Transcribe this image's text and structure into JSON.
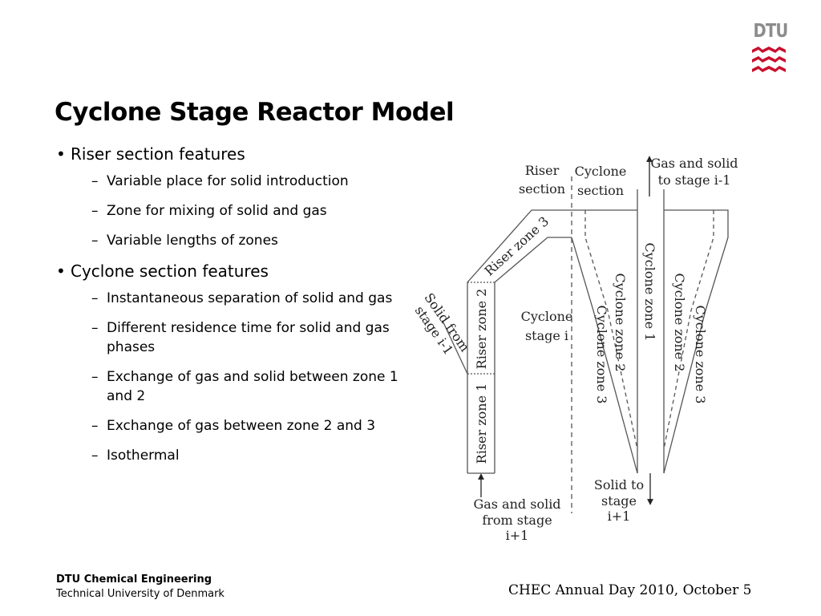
{
  "logo": {
    "text": "DTU",
    "accent_color": "#c8102e",
    "text_color": "#8c8c8c"
  },
  "title": "Cyclone Stage Reactor Model",
  "bullets": [
    {
      "text": "Riser section features",
      "subs": [
        "Variable place for solid introduction",
        "Zone for mixing of solid and gas",
        "Variable lengths of zones"
      ]
    },
    {
      "text": "Cyclone section features",
      "subs": [
        "Instantaneous separation of solid and gas",
        "Different residence time for solid and gas phases",
        "Exchange of gas and solid between zone 1 and 2",
        "Exchange of gas between zone 2 and 3",
        "Isothermal"
      ]
    }
  ],
  "diagram": {
    "riser_section": "Riser section",
    "riser_section_l1": "Riser",
    "riser_section_l2": "section",
    "cyclone_section_l1": "Cyclone",
    "cyclone_section_l2": "section",
    "gas_solid_out_l1": "Gas and solid",
    "gas_solid_out_l2": "to stage i-1",
    "riser_zone_1": "Riser zone 1",
    "riser_zone_2": "Riser zone 2",
    "riser_zone_3": "Riser zone 3",
    "solid_from_l1": "Solid from",
    "solid_from_l2": "stage i-1",
    "cyclone_stage_l1": "Cyclone",
    "cyclone_stage_l2": "stage i",
    "cyclone_zone_1": "Cyclone zone 1",
    "cyclone_zone_2": "Cyclone zone 2",
    "cyclone_zone_3": "Cyclone zone 3",
    "solid_to_l1": "Solid to",
    "solid_to_l2": "stage",
    "solid_to_l3": "i+1",
    "gas_solid_in_l1": "Gas and solid",
    "gas_solid_in_l2": "from stage",
    "gas_solid_in_l3": "i+1"
  },
  "footer": {
    "department": "DTU Chemical Engineering",
    "university": "Technical University of Denmark",
    "event": "CHEC Annual Day 2010, October 5"
  }
}
